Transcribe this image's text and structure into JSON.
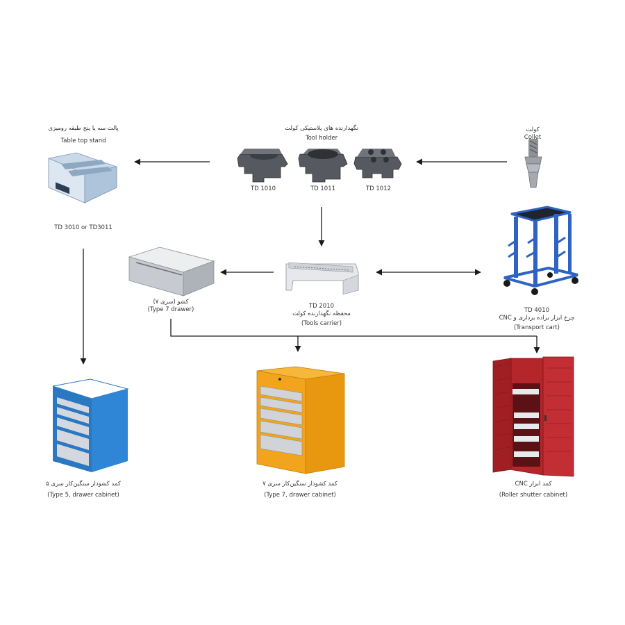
{
  "nodes": {
    "collet": {
      "fa": "کولت",
      "en": "Collet"
    },
    "tool_holder": {
      "fa": "نگهدارنده های پلاستیکی کولت",
      "en": "Tool holder",
      "models": [
        "TD 1010",
        "TD 1011",
        "TD 1012"
      ]
    },
    "table_top_stand": {
      "fa": "پالت سه یا پنج طبقه رومیزی",
      "en": "Table top stand",
      "code": "TD 3010 or TD3011"
    },
    "tools_carrier": {
      "code": "TD 2010",
      "fa": "محفظه نگهدارنده کولت",
      "en": "(Tools carrier)"
    },
    "drawer": {
      "fa": "کشو (سری ۷)",
      "en": "(Type 7 drawer)"
    },
    "transport_cart": {
      "code": "TD 4010",
      "fa": "چرخ ابزار براده برداری و CNC",
      "en": "(Transport cart)"
    },
    "type5_cabinet": {
      "fa": "کمد کشودار سنگین‌کار سری ۵",
      "en": "(Type 5, drawer cabinet)"
    },
    "type7_cabinet": {
      "fa": "کمد کشودار سنگین‌کار سری ۷",
      "en": "(Type 7, drawer cabinet)"
    },
    "roller_cabinet": {
      "fa": "کمد ابزار CNC",
      "en": "(Roller shutter cabinet)"
    }
  },
  "colors": {
    "arrow": "#1a1a1a",
    "tool_holder_dark": "#4a4d52",
    "stand_blue": "#b9cde0",
    "drawer_gray": "#c9ccd1",
    "cart_blue": "#2e63c4",
    "cabinet_blue": "#2a78c2",
    "cabinet_yellow": "#f2a41c",
    "cabinet_red": "#b5262a"
  }
}
